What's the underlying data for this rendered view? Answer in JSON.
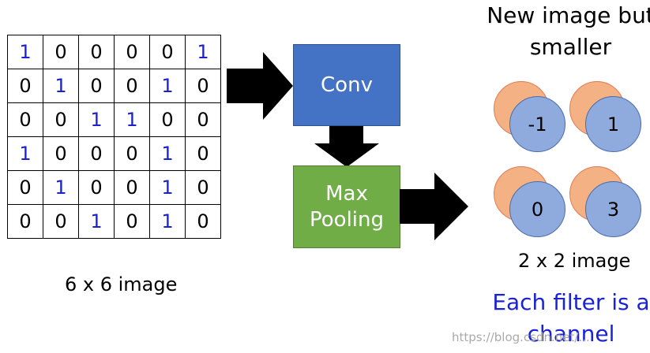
{
  "grid": [
    [
      "1",
      "0",
      "0",
      "0",
      "0",
      "1"
    ],
    [
      "0",
      "1",
      "0",
      "0",
      "1",
      "0"
    ],
    [
      "0",
      "0",
      "1",
      "1",
      "0",
      "0"
    ],
    [
      "1",
      "0",
      "0",
      "0",
      "1",
      "0"
    ],
    [
      "0",
      "1",
      "0",
      "0",
      "1",
      "0"
    ],
    [
      "0",
      "0",
      "1",
      "0",
      "1",
      "0"
    ]
  ],
  "colors": {
    "one": "#1a22c8",
    "zero": "#000000",
    "conv": "#4472c4",
    "pool": "#70ad47",
    "circle_back": "#f4b183",
    "circle_front": "#8faadc",
    "note": "#1a22d6"
  },
  "labels": {
    "input_caption": "6 x 6 image",
    "conv": "Conv",
    "pool": "Max Pooling",
    "title": "New image but smaller",
    "output_caption": "2 x 2 image",
    "note": "Each filter is a channel",
    "watermark": "https://blog.csdn.net/..."
  },
  "output_values": [
    "-1",
    "1",
    "0",
    "3"
  ],
  "icons": [
    "right-arrow-icon",
    "down-arrow-icon",
    "right-arrow-icon"
  ]
}
